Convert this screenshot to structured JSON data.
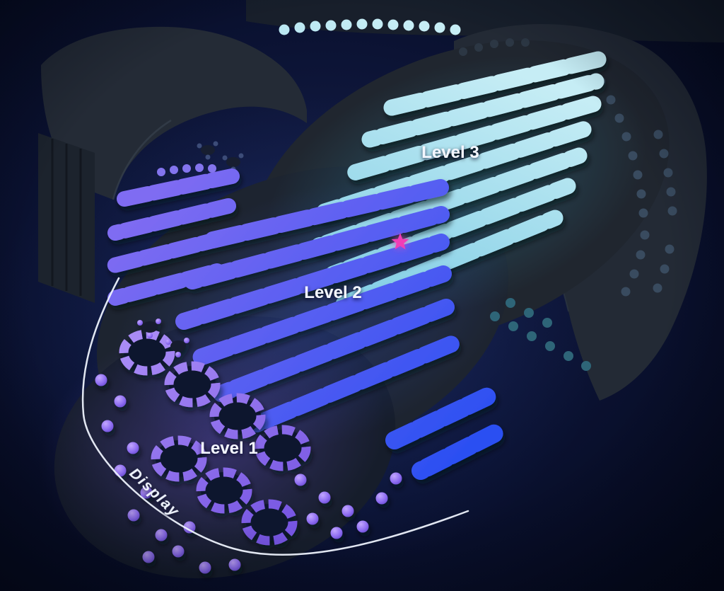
{
  "map": {
    "levels": [
      {
        "id": "level-3",
        "label": "Level 3",
        "color_back": "#c6edf5",
        "color_front": "#85cfe6"
      },
      {
        "id": "level-2",
        "label": "Level 2",
        "color_back": "#7f6cf2",
        "color_front": "#2a4ff2"
      },
      {
        "id": "level-1",
        "label": "Level 1",
        "color_back": "#a98bf6",
        "color_front": "#7251e0"
      }
    ],
    "stage": {
      "label": "Display",
      "arc_color": "#edf2fc"
    },
    "marker": {
      "icon": "star-icon",
      "color": "#f23db6"
    },
    "background": {
      "base": "#0a1130",
      "glow": "#16204d"
    }
  }
}
